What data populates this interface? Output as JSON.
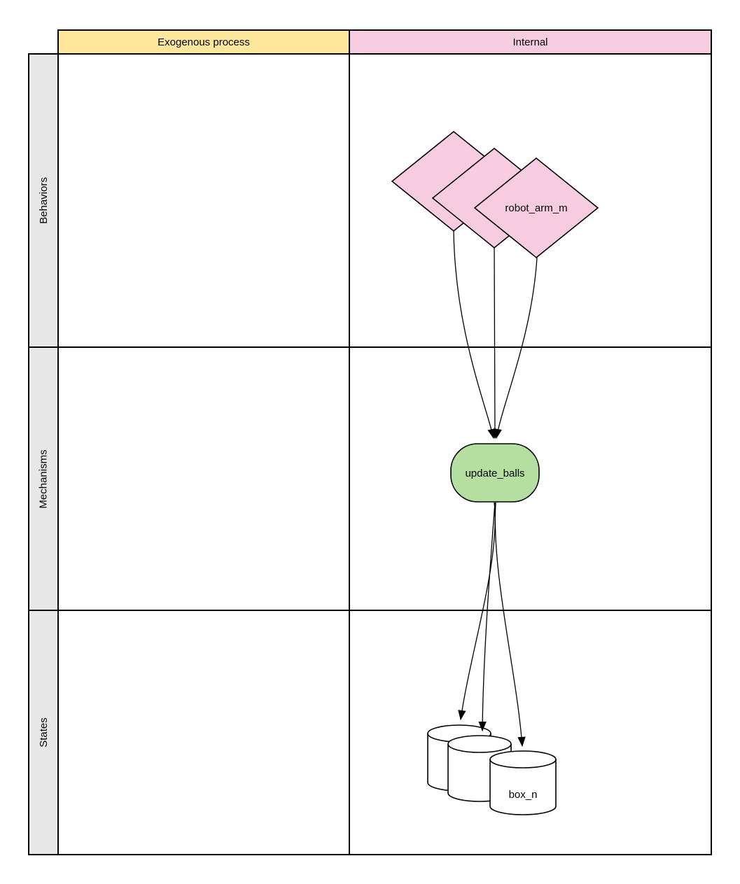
{
  "columns": [
    {
      "label": "Exogenous process"
    },
    {
      "label": "Internal"
    }
  ],
  "rows": [
    {
      "label": "Behaviors"
    },
    {
      "label": "Mechanisms"
    },
    {
      "label": "States"
    }
  ],
  "nodes": {
    "behavior": {
      "label": "robot_arm_m",
      "shape": "diamond-stack",
      "count": 3,
      "column": "Internal",
      "row": "Behaviors"
    },
    "mechanism": {
      "label": "update_balls",
      "shape": "stadium",
      "column": "Internal",
      "row": "Mechanisms"
    },
    "state": {
      "label": "box_n",
      "shape": "cylinder-stack",
      "count": 3,
      "column": "Internal",
      "row": "States"
    }
  },
  "edges": [
    {
      "from": "robot_arm_m",
      "to": "update_balls",
      "count": 3
    },
    {
      "from": "update_balls",
      "to": "box_n",
      "count": 3
    }
  ],
  "colors": {
    "yellow_header": "#ffe79b",
    "pink_header": "#f8cce0",
    "pink_node": "#f8cce0",
    "green_node": "#b4dfa0",
    "cylinder_fill": "#ffffff",
    "row_label_bg": "#e8e8e8",
    "border": "#000000",
    "canvas_bg": "#ffffff"
  }
}
